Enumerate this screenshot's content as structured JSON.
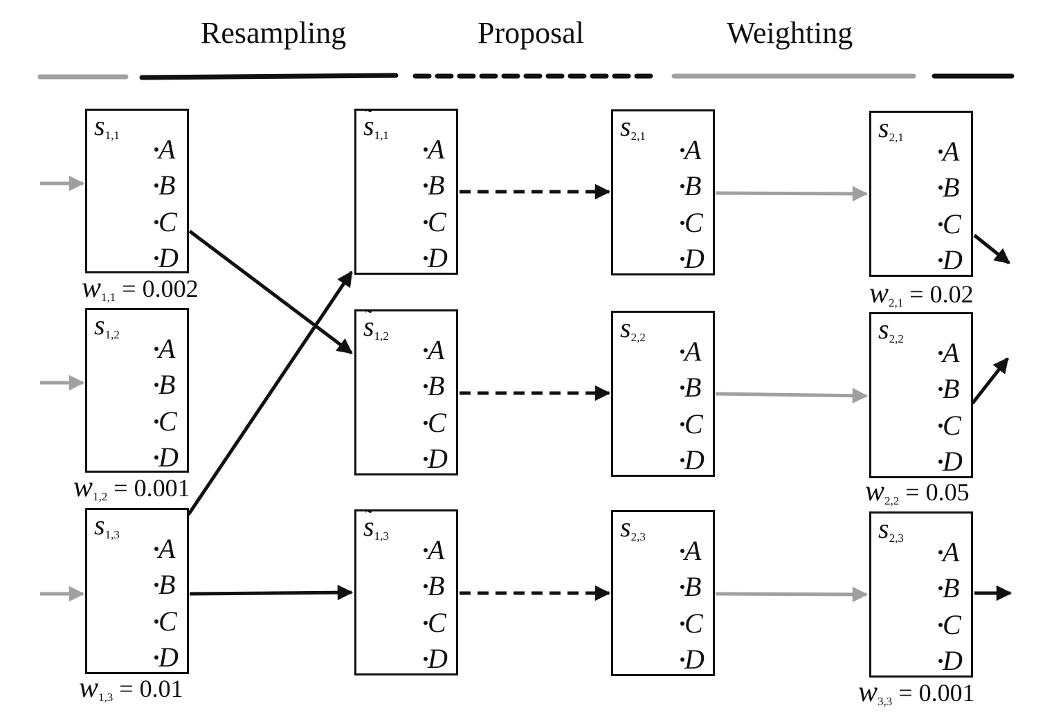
{
  "phases": [
    "Resampling",
    "Proposal",
    "Weighting"
  ],
  "leaf_labels": [
    "A",
    "B",
    "C",
    "D"
  ],
  "states": [
    {
      "label": "s",
      "sub": "1,1",
      "tilde": false
    },
    {
      "label": "s",
      "sub": "1,2",
      "tilde": false
    },
    {
      "label": "s",
      "sub": "1,3",
      "tilde": false
    },
    {
      "label": "s",
      "sub": "1,1",
      "tilde": true
    },
    {
      "label": "s",
      "sub": "1,2",
      "tilde": true
    },
    {
      "label": "s",
      "sub": "1,3",
      "tilde": true
    },
    {
      "label": "s",
      "sub": "2,1",
      "tilde": false
    },
    {
      "label": "s",
      "sub": "2,2",
      "tilde": false
    },
    {
      "label": "s",
      "sub": "2,3",
      "tilde": false
    },
    {
      "label": "s",
      "sub": "2,1",
      "tilde": false
    },
    {
      "label": "s",
      "sub": "2,2",
      "tilde": false
    },
    {
      "label": "s",
      "sub": "2,3",
      "tilde": false
    }
  ],
  "weights": [
    {
      "sub": "1,1",
      "value": "= 0.002"
    },
    {
      "sub": "1,2",
      "value": "= 0.001"
    },
    {
      "sub": "1,3",
      "value": "= 0.01"
    },
    {
      "sub": "2,1",
      "value": "= 0.02"
    },
    {
      "sub": "2,2",
      "value": "= 0.05"
    },
    {
      "sub": "3,3",
      "value": "= 0.001"
    }
  ],
  "colors": {
    "ink": "#111111",
    "gray": "#a0a0a0"
  }
}
